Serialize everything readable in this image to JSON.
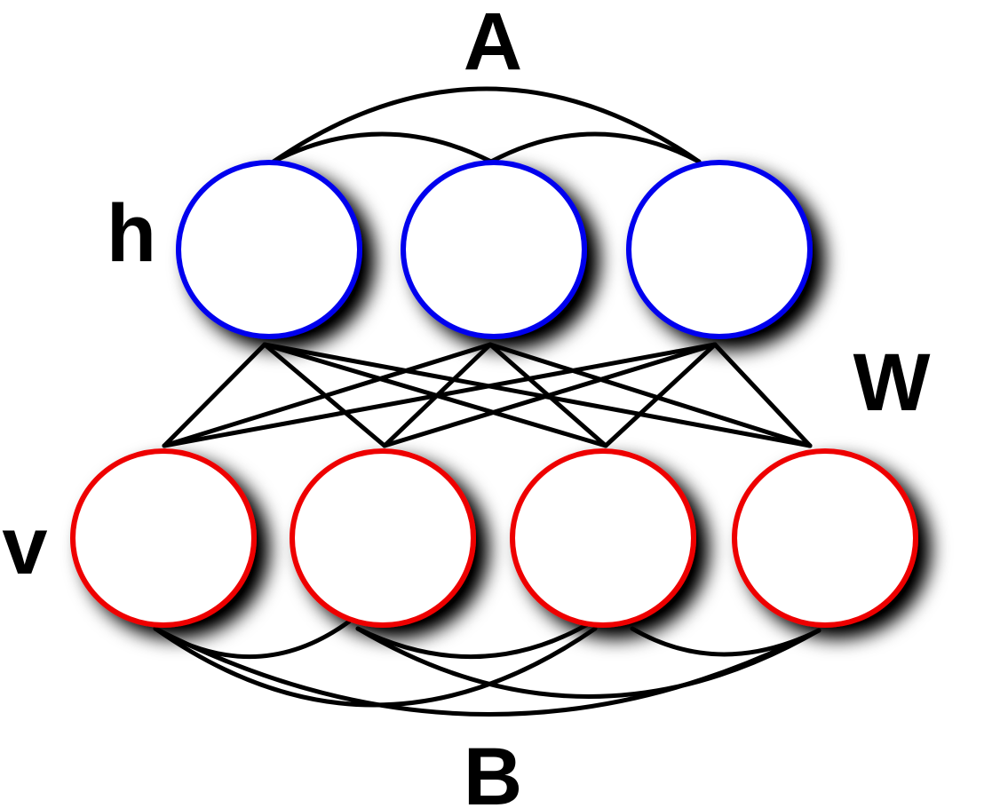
{
  "labels": {
    "top": "A",
    "hidden": "h",
    "weights": "W",
    "visible": "v",
    "bottom": "B"
  },
  "hidden_units": {
    "count": 3,
    "color": "#0000ee"
  },
  "visible_units": {
    "count": 4,
    "color": "#ee0000"
  },
  "edge_color": "#000000"
}
